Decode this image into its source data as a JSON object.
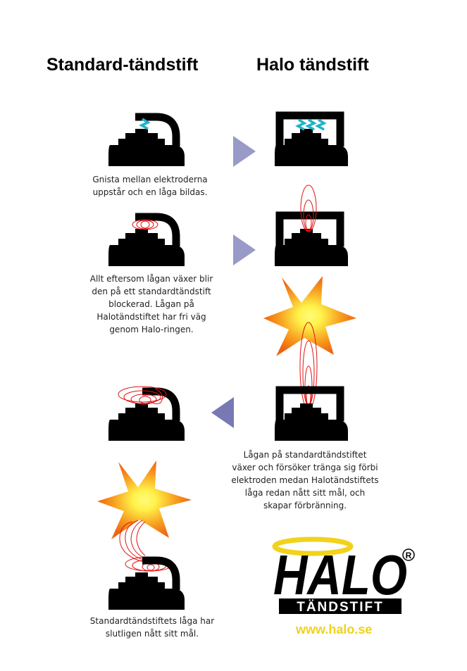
{
  "headings": {
    "standard": "Standard-tändstift",
    "halo": "Halo tändstift"
  },
  "captions": {
    "step1": [
      "Gnista mellan elektroderna",
      "uppstår och en låga bildas."
    ],
    "step2": [
      "Allt eftersom lågan växer blir",
      "den på ett standardtändstift",
      "blockerad. Lågan på",
      "Halotändstiftet har fri väg",
      "genom Halo-ringen."
    ],
    "step3": [
      "Lågan på standardtändstiftet",
      "växer och försöker tränga sig förbi",
      "elektroden medan Halotändstiftets",
      "låga redan nått sitt mål, och",
      "skapar förbränning."
    ],
    "step4": [
      "Standardtändstiftets låga har",
      "slutligen nått sitt mål."
    ]
  },
  "logo": {
    "brand": "HALO",
    "subtitle": "TÄNDSTIFT",
    "registered": "®",
    "url": "www.halo.se"
  },
  "colors": {
    "plug": "#000000",
    "spark": "#1eb4c8",
    "flame": "#e01414",
    "arrow": "#9a9ac8",
    "arrow_left": "#7878b4",
    "ring": "#f2d21a",
    "url": "#f2d21a",
    "burst_core": "#fff24a",
    "burst_edge": "#f07010"
  }
}
